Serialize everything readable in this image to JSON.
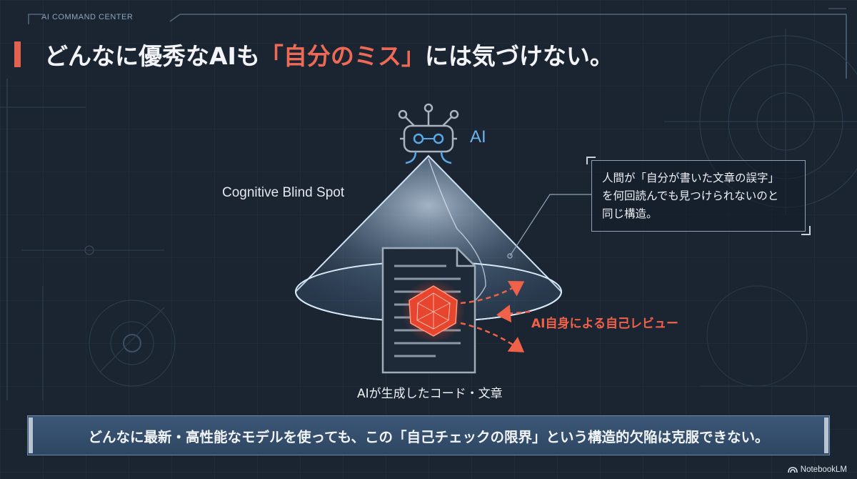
{
  "header": {
    "tab_label": "AI COMMAND CENTER"
  },
  "title": {
    "part1": "どんなに優秀なAIも",
    "highlight": "「自分のミス」",
    "part2": "には気づけない。"
  },
  "diagram": {
    "ai_label": "AI",
    "blind_spot_label": "Cognitive Blind Spot",
    "review_label": "AI自身による自己レビュー",
    "document_label": "AIが生成したコード・文章"
  },
  "callout": {
    "line1": "人間が「自分が書いた文章の誤字」",
    "line2": "を何回読んでも見つけられないのと",
    "line3": "同じ構造。"
  },
  "banner": {
    "text": "どんなに最新・高性能なモデルを使っても、この「自己チェックの限界」という構造的欠陥は克服できない。"
  },
  "brand": {
    "name": "NotebookLM",
    "icon": "notebooklm-icon"
  },
  "colors": {
    "accent": "#e0624f",
    "ai_blue": "#6fb2e8",
    "background": "#1b2532"
  }
}
